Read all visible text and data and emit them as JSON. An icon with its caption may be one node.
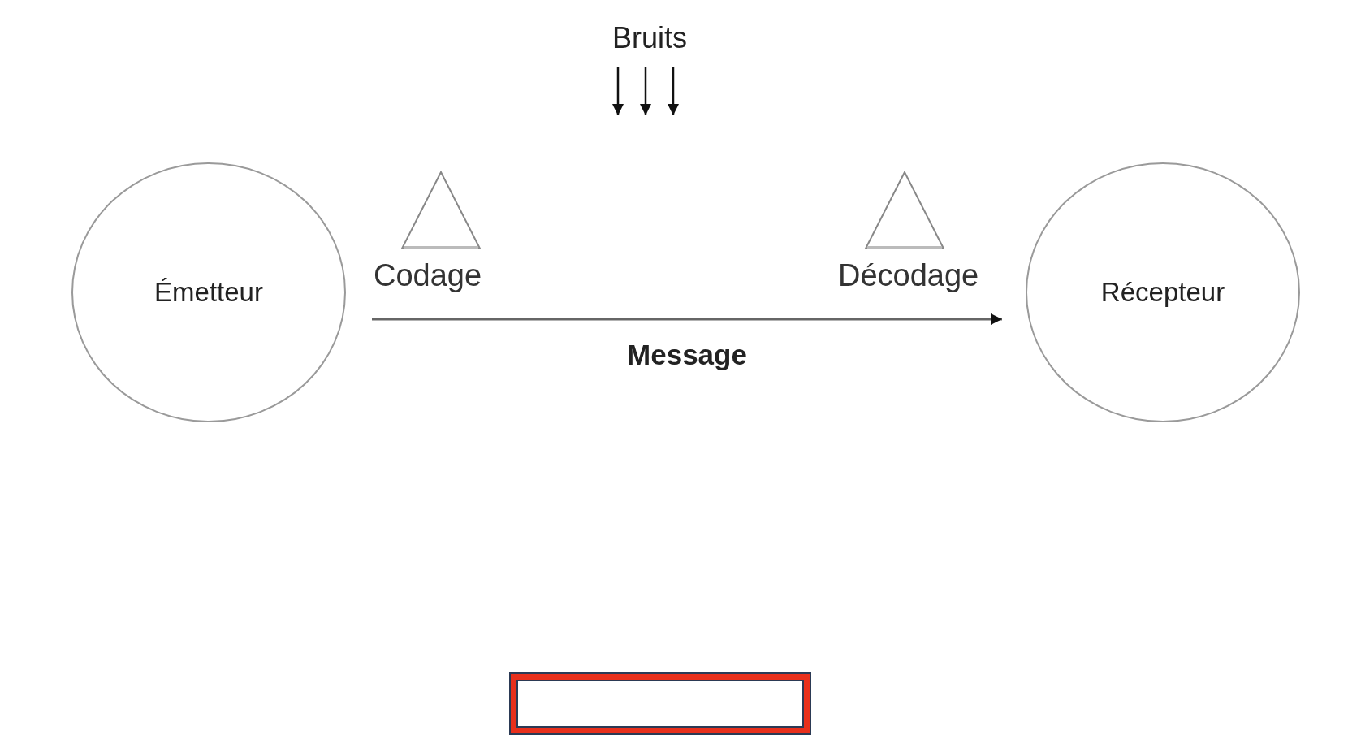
{
  "diagram": {
    "nodes": [
      {
        "text": [
          "Émetteur"
        ]
      },
      {
        "text": [
          "Récepteur"
        ]
      },
      {
        "text": [
          "Codage"
        ]
      },
      {
        "text": [
          "Décodage"
        ]
      },
      {
        "text": [
          "Bruits"
        ]
      },
      {
        "text": [],
        "shape": "box"
      }
    ],
    "edges": [
      {
        "from": 2,
        "to": 3,
        "arrow": "to",
        "label": "Message"
      },
      {
        "from": 4,
        "to": null,
        "arrow": "to"
      },
      {
        "from": 4,
        "to": null,
        "arrow": "to"
      },
      {
        "from": 4,
        "to": null,
        "arrow": "to"
      }
    ]
  }
}
